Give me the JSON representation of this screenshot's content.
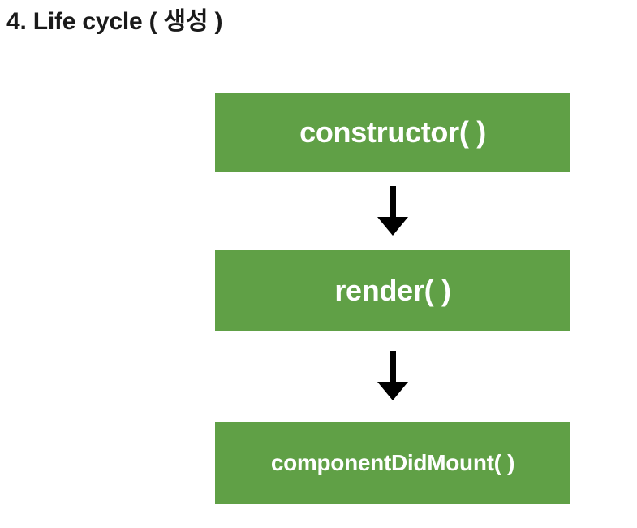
{
  "slide": {
    "title": "4. Life cycle ( 생성 )",
    "background_color": "#ffffff",
    "title_color": "#1a1a1a"
  },
  "diagram": {
    "name": "react-component-mounting-lifecycle",
    "box_color": "#60a046",
    "box_text_color": "#ffffff",
    "arrow_color": "#000000",
    "steps": [
      {
        "label": "constructor( )"
      },
      {
        "label": "render( )"
      },
      {
        "label": "componentDidMount( )"
      }
    ],
    "connectors": [
      {
        "icon": "arrow-down-icon"
      },
      {
        "icon": "arrow-down-icon"
      }
    ]
  }
}
